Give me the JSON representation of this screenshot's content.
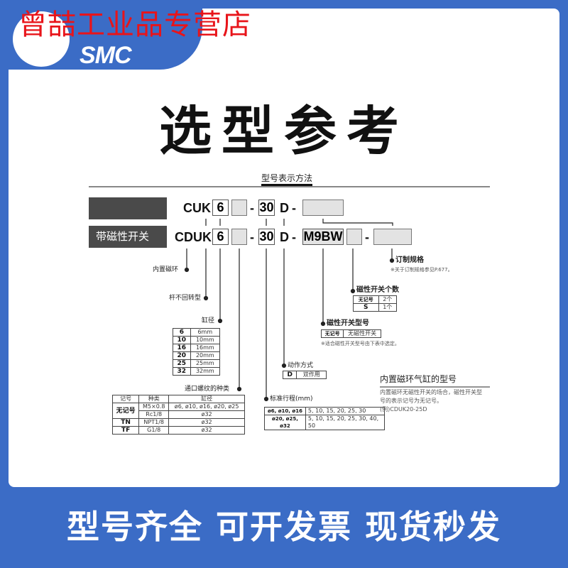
{
  "logo": {
    "brand": "SMC",
    "shop_watermark": "曾喆工业品专营店"
  },
  "title": "选型参考",
  "section_title": "型号表示方法",
  "row1": {
    "label": "",
    "prefix": "CUK",
    "bore": "6",
    "stroke": "30",
    "action": "D",
    "dash": "-"
  },
  "row2": {
    "label": "带磁性开关",
    "prefix": "CDUK",
    "bore": "6",
    "stroke": "30",
    "action": "D",
    "switch": "M9BW",
    "dash": "-"
  },
  "labels": {
    "magnet": "内置磁环",
    "non_rotating": "杆不回转型",
    "bore": "缸径",
    "port": "通口螺纹的种类",
    "stroke": "标准行程(mm)",
    "action": "动作方式",
    "switch_model": "磁性开关型号",
    "switch_note": "※适合磁性开关型号由下表中选定。",
    "switch_count": "磁性开关个数",
    "custom": "订制规格",
    "custom_note": "※关于订制规格参见P.677。"
  },
  "bore_table": [
    [
      "6",
      "6mm"
    ],
    [
      "10",
      "10mm"
    ],
    [
      "16",
      "16mm"
    ],
    [
      "20",
      "20mm"
    ],
    [
      "25",
      "25mm"
    ],
    [
      "32",
      "32mm"
    ]
  ],
  "port_table": {
    "headers": [
      "记号",
      "种类",
      "缸径"
    ],
    "rows": [
      [
        "无记号",
        "M5×0.8",
        "ø6, ø10, ø16, ø20, ø25"
      ],
      [
        "",
        "Rc1/8",
        "ø32"
      ],
      [
        "TN",
        "NPT1/8",
        "ø32"
      ],
      [
        "TF",
        "G1/8",
        "ø32"
      ]
    ]
  },
  "stroke_table": [
    [
      "ø6, ø10, ø16",
      "5, 10, 15, 20, 25, 30"
    ],
    [
      "ø20, ø25, ø32",
      "5, 10, 15, 20, 25, 30, 40, 50"
    ]
  ],
  "action_table": [
    [
      "D",
      "双作用"
    ]
  ],
  "switch_table": [
    [
      "无记号",
      "无磁性开关"
    ]
  ],
  "count_table": [
    [
      "无记号",
      "2个"
    ],
    [
      "S",
      "1个"
    ]
  ],
  "built_in": {
    "title": "内置磁环气缸的型号",
    "line1": "内置磁环无磁性开关的场合，磁性开关型",
    "line2": "号的表示记号为无记号。",
    "example": "(例)CDUK20-25D"
  },
  "banner": "型号齐全  可开发票  现货秒发"
}
